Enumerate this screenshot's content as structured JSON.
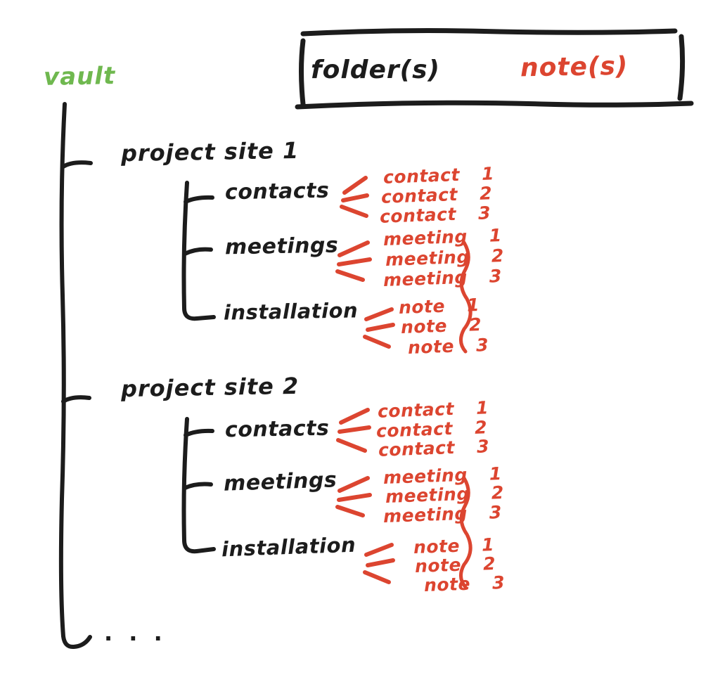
{
  "colors": {
    "ink": "#1c1c1c",
    "vault_green": "#6fb84f",
    "note_red": "#dc4530",
    "background": "#ffffff"
  },
  "vault": {
    "label": "vault"
  },
  "legend": {
    "folders_label": "folder(s)",
    "notes_label": "note(s)"
  },
  "projects": [
    {
      "label": "project site 1",
      "folders": [
        {
          "label": "contacts",
          "notes": [
            "contact 1",
            "contact 2",
            "contact 3"
          ]
        },
        {
          "label": "meetings",
          "notes": [
            "meeting 1",
            "meeting 2",
            "meeting 3"
          ]
        },
        {
          "label": "installation",
          "notes": [
            "note 1",
            "note 2",
            "note 3"
          ]
        }
      ]
    },
    {
      "label": "project site 2",
      "folders": [
        {
          "label": "contacts",
          "notes": [
            "contact 1",
            "contact 2",
            "contact 3"
          ]
        },
        {
          "label": "meetings",
          "notes": [
            "meeting 1",
            "meeting 2",
            "meeting 3"
          ]
        },
        {
          "label": "installation",
          "notes": [
            "note 1",
            "note 2",
            "note 3"
          ]
        }
      ]
    }
  ],
  "more_indicator": ". . ."
}
